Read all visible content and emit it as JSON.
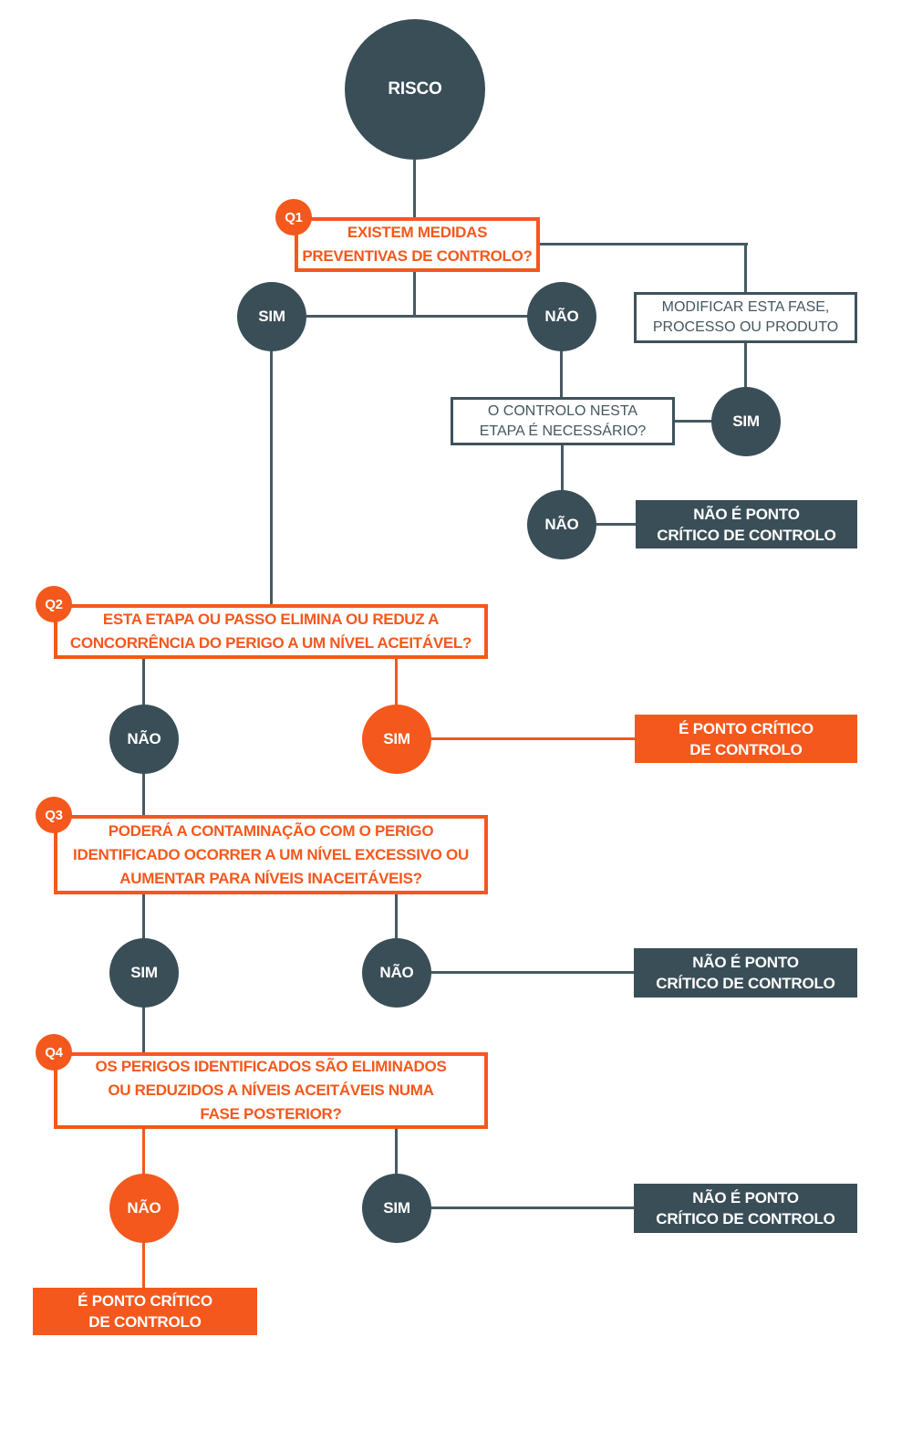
{
  "risco_label": "RISCO",
  "answers": {
    "sim": "SIM",
    "nao": "NÃO"
  },
  "questions": {
    "q1": {
      "badge": "Q1",
      "lines": [
        "EXISTEM MEDIDAS",
        "PREVENTIVAS DE CONTROLO?"
      ]
    },
    "q2": {
      "badge": "Q2",
      "lines": [
        "ESTA ETAPA OU PASSO ELIMINA OU REDUZ A",
        "CONCORRÊNCIA DO PERIGO A UM NÍVEL ACEITÁVEL?"
      ]
    },
    "q3": {
      "badge": "Q3",
      "lines": [
        "PODERÁ A CONTAMINAÇÃO COM O PERIGO",
        "IDENTIFICADO OCORRER A UM NÍVEL EXCESSIVO OU",
        "AUMENTAR PARA NÍVEIS INACEITÁVEIS?"
      ]
    },
    "q4": {
      "badge": "Q4",
      "lines": [
        "OS PERIGOS IDENTIFICADOS SÃO ELIMINADOS",
        "OU REDUZIDOS A NÍVEIS ACEITÁVEIS NUMA",
        "FASE POSTERIOR?"
      ]
    }
  },
  "info_boxes": {
    "modify": {
      "lines": [
        "MODIFICAR ESTA FASE,",
        "PROCESSO OU PRODUTO"
      ]
    },
    "control_needed": {
      "lines": [
        "O CONTROLO NESTA",
        "ETAPA É NECESSÁRIO?"
      ]
    }
  },
  "results": {
    "not_ccp": {
      "lines": [
        "NÃO É PONTO",
        "CRÍTICO DE CONTROLO"
      ]
    },
    "ccp": {
      "lines": [
        "É PONTO CRÍTICO",
        "DE CONTROLO"
      ]
    }
  },
  "colors": {
    "dark_slate": "#3A4E57",
    "orange": "#F4581C",
    "connector": "#475A62",
    "background": "#FFFFFF"
  }
}
